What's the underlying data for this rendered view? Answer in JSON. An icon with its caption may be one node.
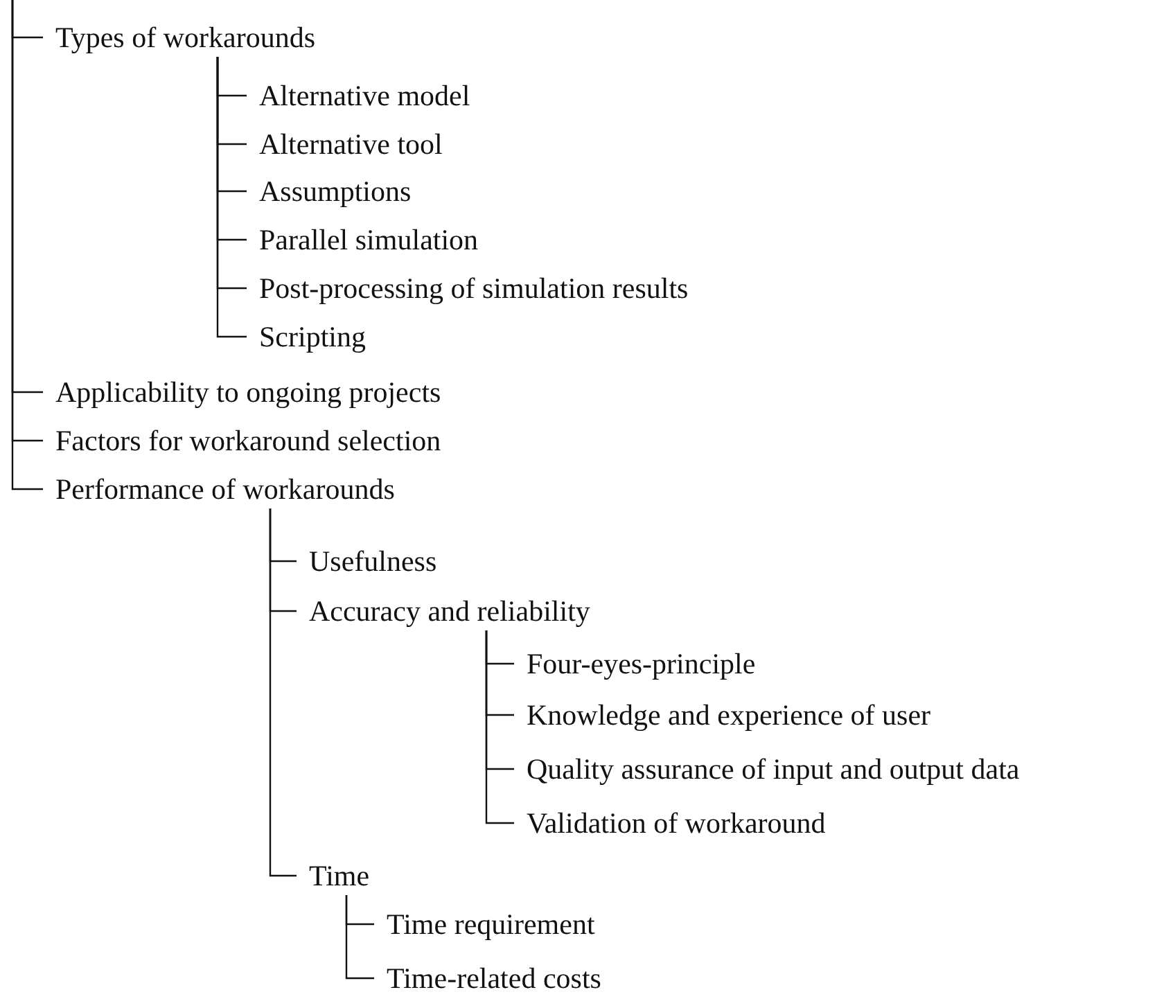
{
  "diagram": {
    "nodes": [
      {
        "text": [
          "Types of workarounds"
        ]
      },
      {
        "text": [
          "Alternative model"
        ]
      },
      {
        "text": [
          "Alternative tool"
        ]
      },
      {
        "text": [
          "Assumptions"
        ]
      },
      {
        "text": [
          "Parallel simulation"
        ]
      },
      {
        "text": [
          "Post-processing of simulation results"
        ]
      },
      {
        "text": [
          "Scripting"
        ]
      },
      {
        "text": [
          "Applicability to ongoing projects"
        ]
      },
      {
        "text": [
          "Factors for workaround selection"
        ]
      },
      {
        "text": [
          "Performance of workarounds"
        ]
      },
      {
        "text": [
          "Usefulness"
        ]
      },
      {
        "text": [
          "Accuracy and reliability"
        ]
      },
      {
        "text": [
          "Four-eyes-principle"
        ]
      },
      {
        "text": [
          "Knowledge and experience of user"
        ]
      },
      {
        "text": [
          "Quality assurance of input and output data"
        ]
      },
      {
        "text": [
          "Validation of workaround"
        ]
      },
      {
        "text": [
          "Time"
        ]
      },
      {
        "text": [
          "Time requirement"
        ]
      },
      {
        "text": [
          "Time-related costs"
        ]
      }
    ],
    "edges": [
      {
        "from": null,
        "to": 0,
        "arrow": "none"
      },
      {
        "from": 0,
        "to": 1,
        "arrow": "none"
      },
      {
        "from": 0,
        "to": 2,
        "arrow": "none"
      },
      {
        "from": 0,
        "to": 3,
        "arrow": "none"
      },
      {
        "from": 0,
        "to": 4,
        "arrow": "none"
      },
      {
        "from": 0,
        "to": 5,
        "arrow": "none"
      },
      {
        "from": 0,
        "to": 6,
        "arrow": "none"
      },
      {
        "from": null,
        "to": 7,
        "arrow": "none"
      },
      {
        "from": null,
        "to": 8,
        "arrow": "none"
      },
      {
        "from": null,
        "to": 9,
        "arrow": "none"
      },
      {
        "from": 9,
        "to": 10,
        "arrow": "none"
      },
      {
        "from": 9,
        "to": 11,
        "arrow": "none"
      },
      {
        "from": 11,
        "to": 12,
        "arrow": "none"
      },
      {
        "from": 11,
        "to": 13,
        "arrow": "none"
      },
      {
        "from": 11,
        "to": 14,
        "arrow": "none"
      },
      {
        "from": 11,
        "to": 15,
        "arrow": "none"
      },
      {
        "from": 9,
        "to": 16,
        "arrow": "none"
      },
      {
        "from": 16,
        "to": 17,
        "arrow": "none"
      },
      {
        "from": 16,
        "to": 18,
        "arrow": "none"
      }
    ]
  }
}
